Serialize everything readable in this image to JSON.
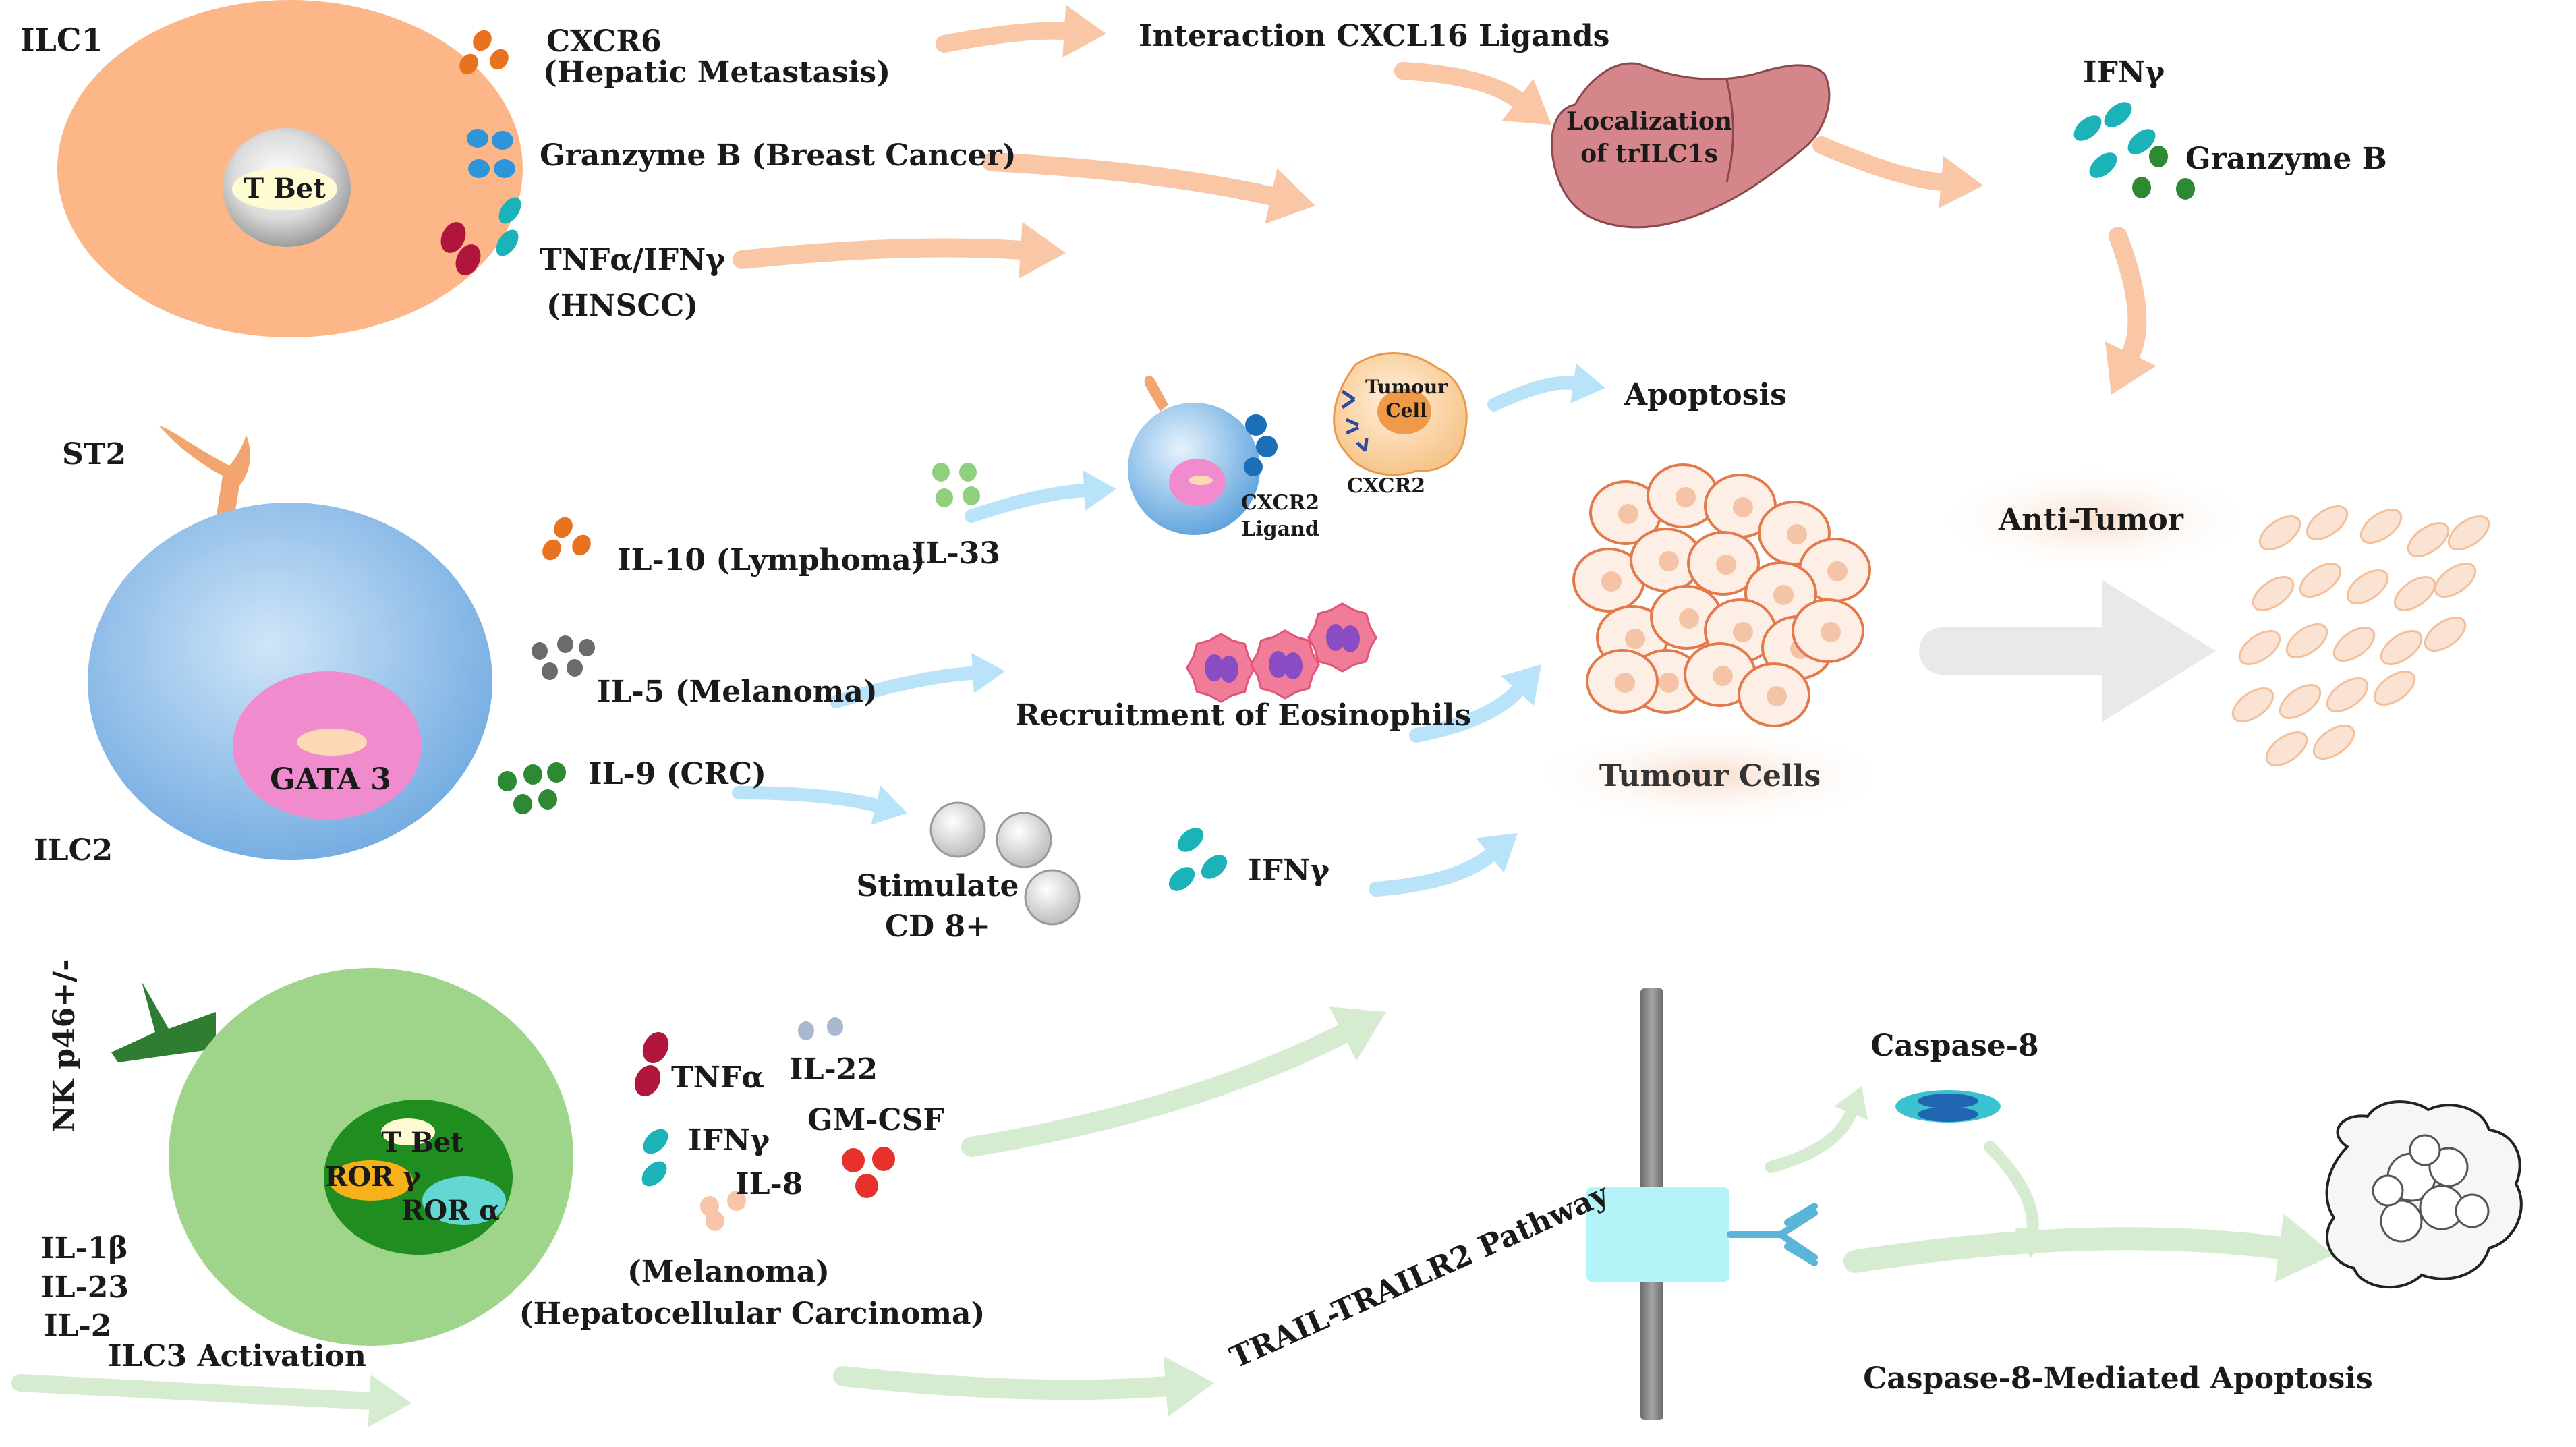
{
  "ilc1": {
    "name": "ILC1",
    "nucleus": "T Bet",
    "cxcr6": [
      "CXCR6",
      "(Hepatic Metastasis)"
    ],
    "granzyme_breast": "Granzyme B (Breast Cancer)",
    "tnf_ifn": [
      "TNFα/IFNγ",
      "(HNSCC)"
    ],
    "interaction": "Interaction CXCL16 Ligands",
    "liver": [
      "Localization",
      "of trILC1s"
    ],
    "ifng": "IFNγ",
    "granzyme_b": "Granzyme B",
    "anti_tumor": "Anti-Tumor"
  },
  "ilc2": {
    "name": "ILC2",
    "receptor": "ST2",
    "nucleus": "GATA 3",
    "il10": "IL-10 (Lymphoma)",
    "il33": "IL-33",
    "il5": "IL-5 (Melanoma)",
    "il9": "IL-9 (CRC)",
    "cxcr2_ligand": [
      "CXCR2",
      "Ligand"
    ],
    "tumour_cell": [
      "Tumour",
      "Cell"
    ],
    "cxcr2": "CXCR2",
    "apoptosis": "Apoptosis",
    "eosinophils": "Recruitment of Eosinophils",
    "stimulate": [
      "Stimulate",
      "CD 8+"
    ],
    "ifng": "IFNγ",
    "tumour_cells": "Tumour Cells"
  },
  "ilc3": {
    "receptor": "NK p46+/-",
    "nucleus_tbet": "T Bet",
    "nucleus_rorg": "ROR γ",
    "nucleus_rora": "ROR α",
    "cytokines": [
      "IL-1β",
      "IL-23",
      "IL-2"
    ],
    "activation": "ILC3 Activation",
    "tnfa": "TNFα",
    "il22": "IL-22",
    "ifng": "IFNγ",
    "gmcsf": "GM-CSF",
    "il8": "IL-8",
    "cancers": [
      "(Melanoma)",
      "(Hepatocellular  Carcinoma)"
    ],
    "trail": "TRAIL-TRAILR2 Pathway",
    "caspase": "Caspase-8",
    "caspase_apoptosis": "Caspase-8-Mediated  Apoptosis"
  },
  "colors": {
    "ilc1_cell": "#fcb688",
    "ilc2_cell": "#98c6ec",
    "ilc3_cell": "#9ed58a",
    "peach_arrow": "#f9c6a6",
    "blue_arrow": "#b9e3f8",
    "green_arrow": "#d6ecd0",
    "grey_arrow": "#e9e9e9",
    "orange_dot": "#e8731f",
    "blue_dot": "#2f94d8",
    "teal_dot": "#1bb3b8",
    "crimson_dot": "#b0153c",
    "green_dot": "#2d8a32",
    "grey_dot": "#6b6b6b",
    "red_dot": "#e8312c",
    "peach_dot": "#f8c5a8",
    "slate_dot": "#a7b8cf",
    "light_green_dot": "#8fd07f"
  }
}
